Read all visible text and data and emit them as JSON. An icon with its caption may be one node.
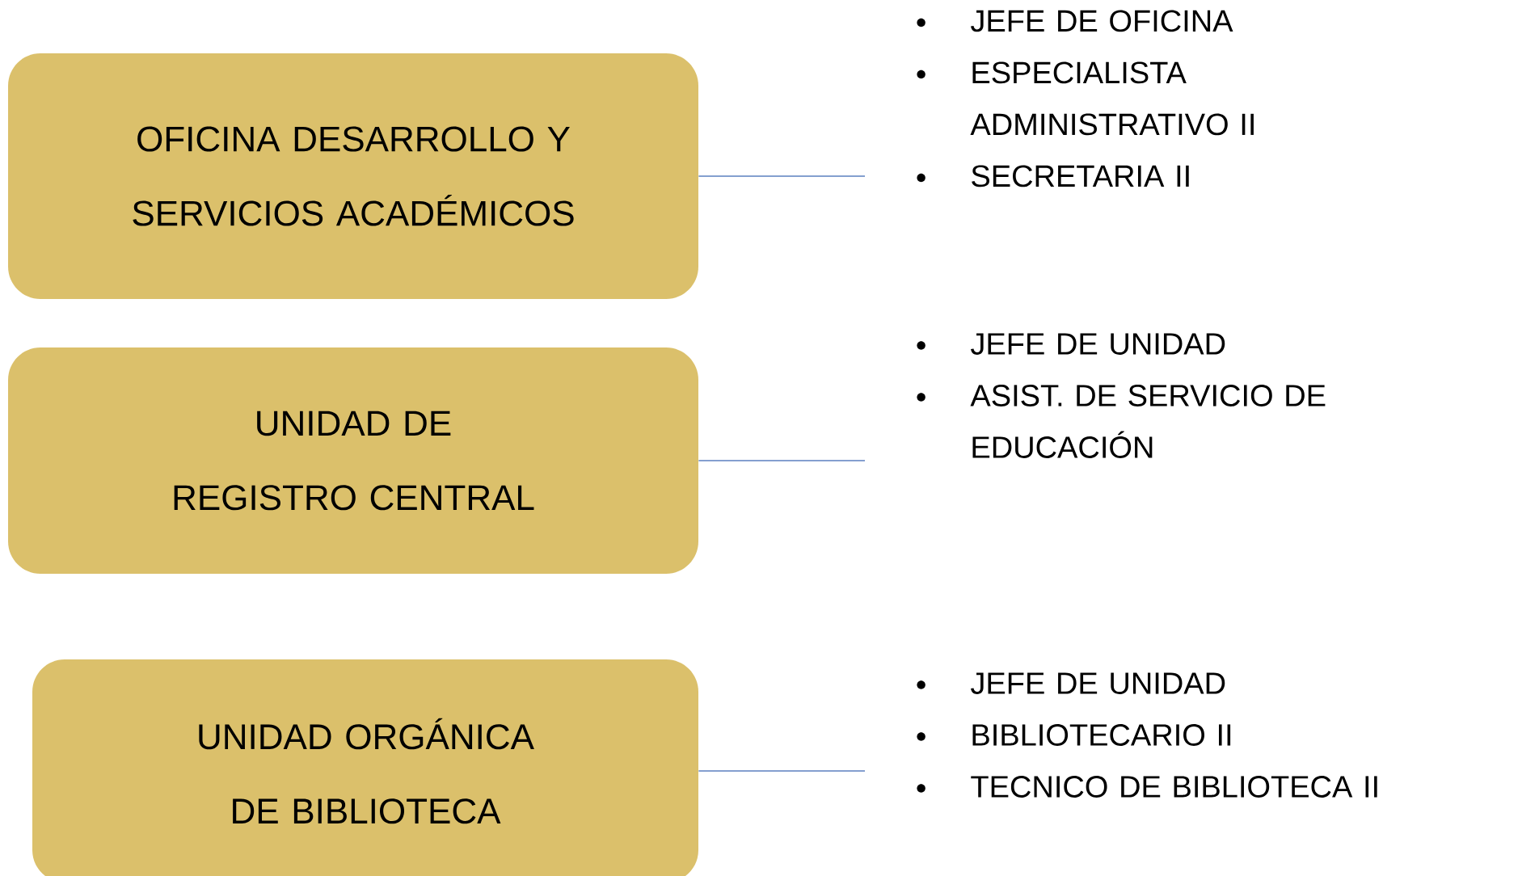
{
  "diagram": {
    "nodes": [
      {
        "text": [
          "OFICINA DESARROLLO Y SERVICIOS ACADÉMICOS"
        ]
      },
      {
        "text": [
          "JEFE DE OFICINA",
          "ESPECIALISTA ADMINISTRATIVO II",
          "SECRETARIA II"
        ]
      },
      {
        "text": [
          "UNIDAD DE REGISTRO CENTRAL"
        ]
      },
      {
        "text": [
          "JEFE DE UNIDAD",
          "ASIST. DE SERVICIO DE EDUCACIÓN"
        ]
      },
      {
        "text": [
          "UNIDAD ORGÁNICA DE BIBLIOTECA"
        ]
      },
      {
        "text": [
          "JEFE DE UNIDAD",
          "BIBLIOTECARIO II",
          "TECNICO DE BIBLIOTECA II"
        ]
      }
    ],
    "edges": [
      {
        "from": 0,
        "to": 1,
        "arrow": "none"
      },
      {
        "from": 2,
        "to": 3,
        "arrow": "none"
      },
      {
        "from": 4,
        "to": 5,
        "arrow": "none"
      }
    ]
  }
}
